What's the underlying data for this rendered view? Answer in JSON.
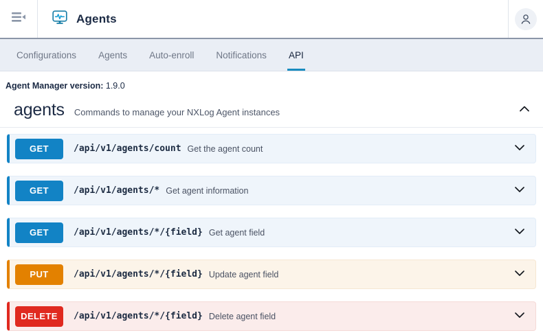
{
  "header": {
    "collapse_icon": "menu-collapse-icon",
    "app_icon": "monitor-pulse-icon",
    "title": "Agents",
    "avatar_icon": "user-avatar-icon"
  },
  "tabs": [
    {
      "label": "Configurations",
      "active": false
    },
    {
      "label": "Agents",
      "active": false
    },
    {
      "label": "Auto-enroll",
      "active": false
    },
    {
      "label": "Notifications",
      "active": false
    },
    {
      "label": "API",
      "active": true
    }
  ],
  "version": {
    "label": "Agent Manager version:",
    "value": "1.9.0"
  },
  "section": {
    "title": "agents",
    "description": "Commands to manage your NXLog Agent instances",
    "chevron_icon": "chevron-up-icon",
    "expanded": true
  },
  "operations": [
    {
      "method": "GET",
      "path": "/api/v1/agents/count",
      "description": "Get the agent count",
      "chevron_icon": "chevron-down-icon"
    },
    {
      "method": "GET",
      "path": "/api/v1/agents/*",
      "description": "Get agent information",
      "chevron_icon": "chevron-down-icon"
    },
    {
      "method": "GET",
      "path": "/api/v1/agents/*/{field}",
      "description": "Get agent field",
      "chevron_icon": "chevron-down-icon"
    },
    {
      "method": "PUT",
      "path": "/api/v1/agents/*/{field}",
      "description": "Update agent field",
      "chevron_icon": "chevron-down-icon"
    },
    {
      "method": "DELETE",
      "path": "/api/v1/agents/*/{field}",
      "description": "Delete agent field",
      "chevron_icon": "chevron-down-icon"
    }
  ],
  "colors": {
    "get": "#1283c5",
    "put": "#e38100",
    "delete": "#e0291f",
    "accent": "#1a8cbf",
    "tabbar_bg": "#eaeef5"
  }
}
